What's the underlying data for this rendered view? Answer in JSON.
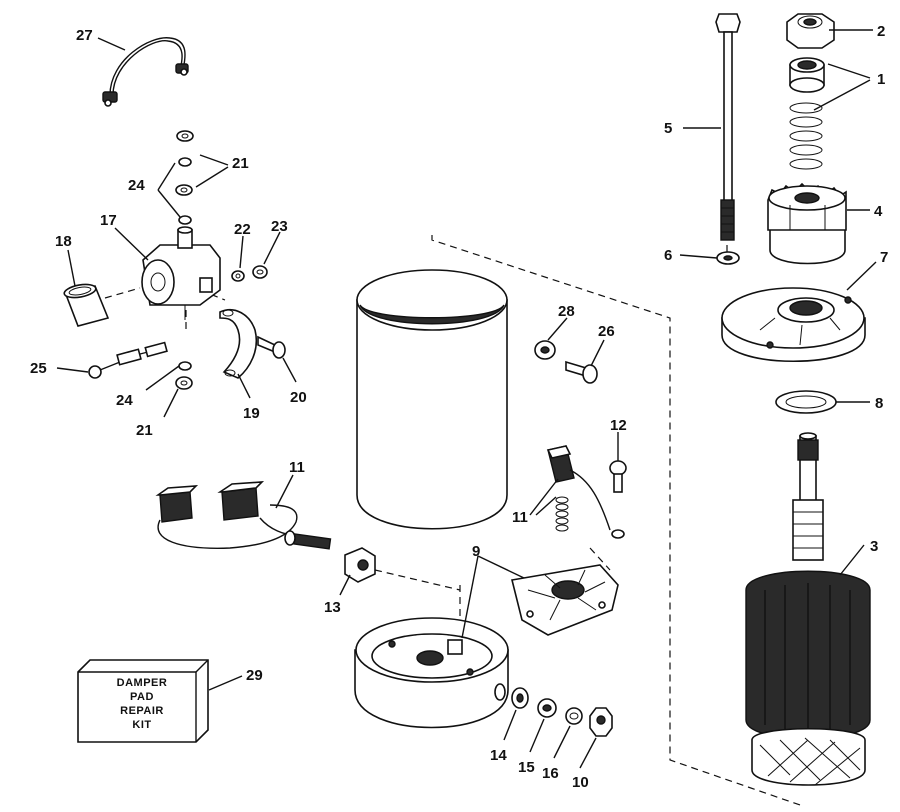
{
  "callouts": {
    "c1": "1",
    "c2": "2",
    "c3": "3",
    "c4": "4",
    "c5": "5",
    "c6": "6",
    "c7": "7",
    "c8": "8",
    "c9": "9",
    "c10": "10",
    "c11a": "11",
    "c11b": "11",
    "c12": "12",
    "c13": "13",
    "c14": "14",
    "c15": "15",
    "c16": "16",
    "c17": "17",
    "c18": "18",
    "c19": "19",
    "c20": "20",
    "c21a": "21",
    "c21b": "21",
    "c22": "22",
    "c23": "23",
    "c24a": "24",
    "c24b": "24",
    "c25": "25",
    "c26": "26",
    "c27": "27",
    "c28": "28",
    "c29": "29"
  },
  "kit_label": {
    "line1": "DAMPER",
    "line2": "PAD",
    "line3": "REPAIR",
    "line4": "KIT"
  }
}
